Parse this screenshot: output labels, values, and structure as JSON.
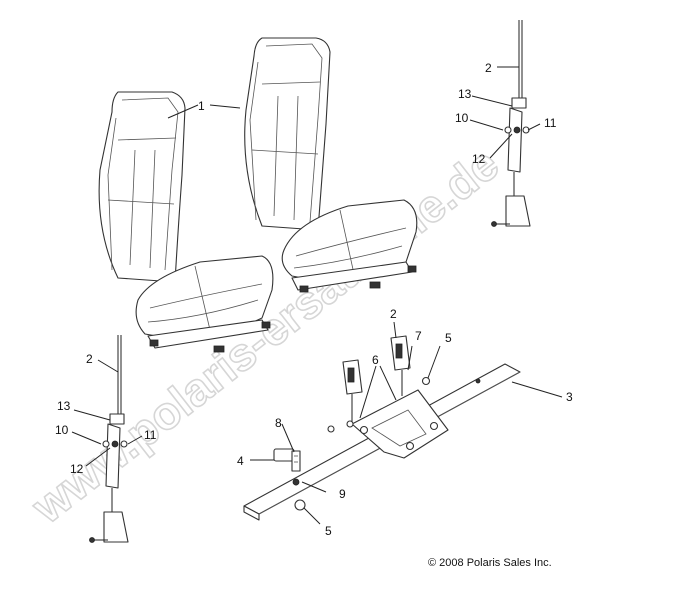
{
  "watermark": "www.polaris-ersatzteile.de",
  "copyright": "© 2008 Polaris Sales Inc.",
  "callouts": [
    {
      "id": "c1",
      "text": "1"
    },
    {
      "id": "c2a",
      "text": "2"
    },
    {
      "id": "c13a",
      "text": "13"
    },
    {
      "id": "c10a",
      "text": "10"
    },
    {
      "id": "c11a",
      "text": "11"
    },
    {
      "id": "c12a",
      "text": "12"
    },
    {
      "id": "c2b",
      "text": "2"
    },
    {
      "id": "c13b",
      "text": "13"
    },
    {
      "id": "c10b",
      "text": "10"
    },
    {
      "id": "c11b",
      "text": "11"
    },
    {
      "id": "c12b",
      "text": "12"
    },
    {
      "id": "c2c",
      "text": "2"
    },
    {
      "id": "c7",
      "text": "7"
    },
    {
      "id": "c5a",
      "text": "5"
    },
    {
      "id": "c6",
      "text": "6"
    },
    {
      "id": "c3",
      "text": "3"
    },
    {
      "id": "c8",
      "text": "8"
    },
    {
      "id": "c4",
      "text": "4"
    },
    {
      "id": "c9",
      "text": "9"
    },
    {
      "id": "c5b",
      "text": "5"
    }
  ]
}
